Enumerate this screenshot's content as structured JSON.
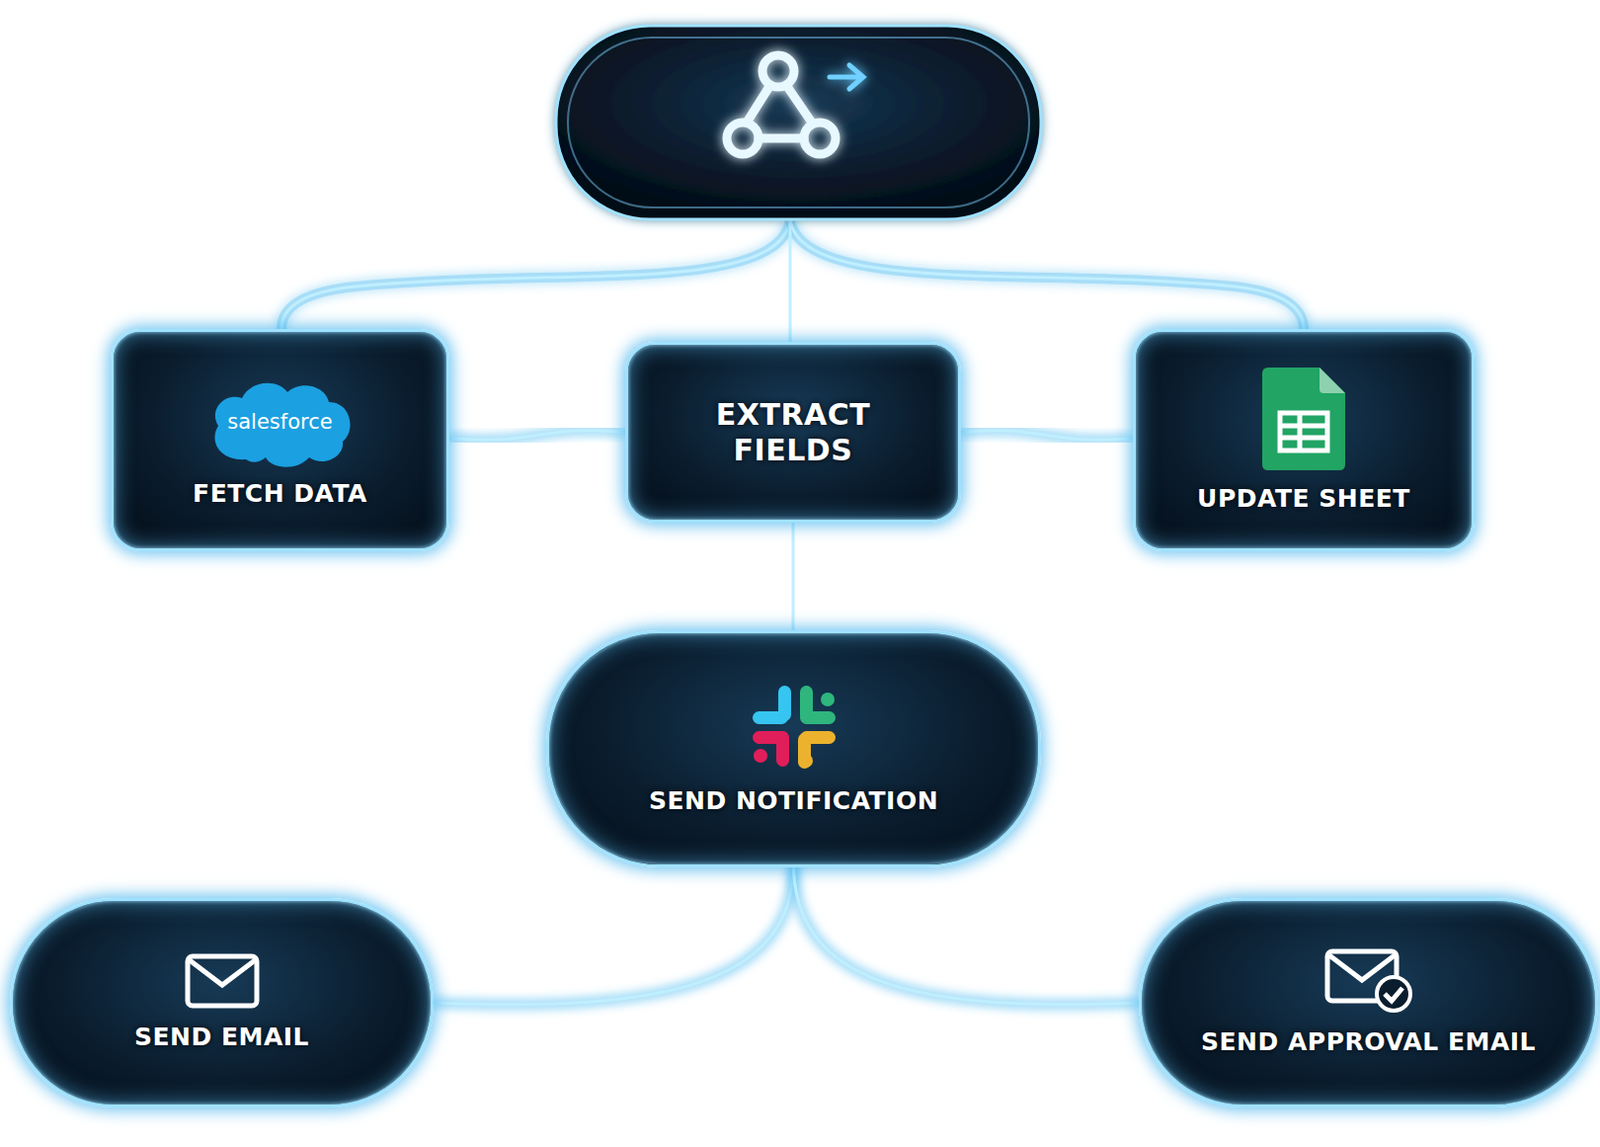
{
  "diagram": {
    "nodes": [
      {
        "text": [
          "salesforce",
          "FETCH DATA"
        ]
      },
      {
        "text": [
          "EXTRACT FIELDS"
        ]
      },
      {
        "text": [
          "UPDATE SHEET"
        ]
      },
      {
        "text": [
          "SEND NOTIFICATION"
        ]
      },
      {
        "text": [
          "SEND EMAIL"
        ]
      },
      {
        "text": [
          "SEND APPROVAL EMAIL"
        ]
      }
    ],
    "edges": [
      {
        "from": 1,
        "to": 0,
        "arrow": "none"
      },
      {
        "from": 1,
        "to": 2,
        "arrow": "none"
      },
      {
        "from": 1,
        "to": 3,
        "arrow": "none"
      },
      {
        "from": 3,
        "to": 4,
        "arrow": "none"
      },
      {
        "from": 3,
        "to": 5,
        "arrow": "none"
      }
    ]
  }
}
